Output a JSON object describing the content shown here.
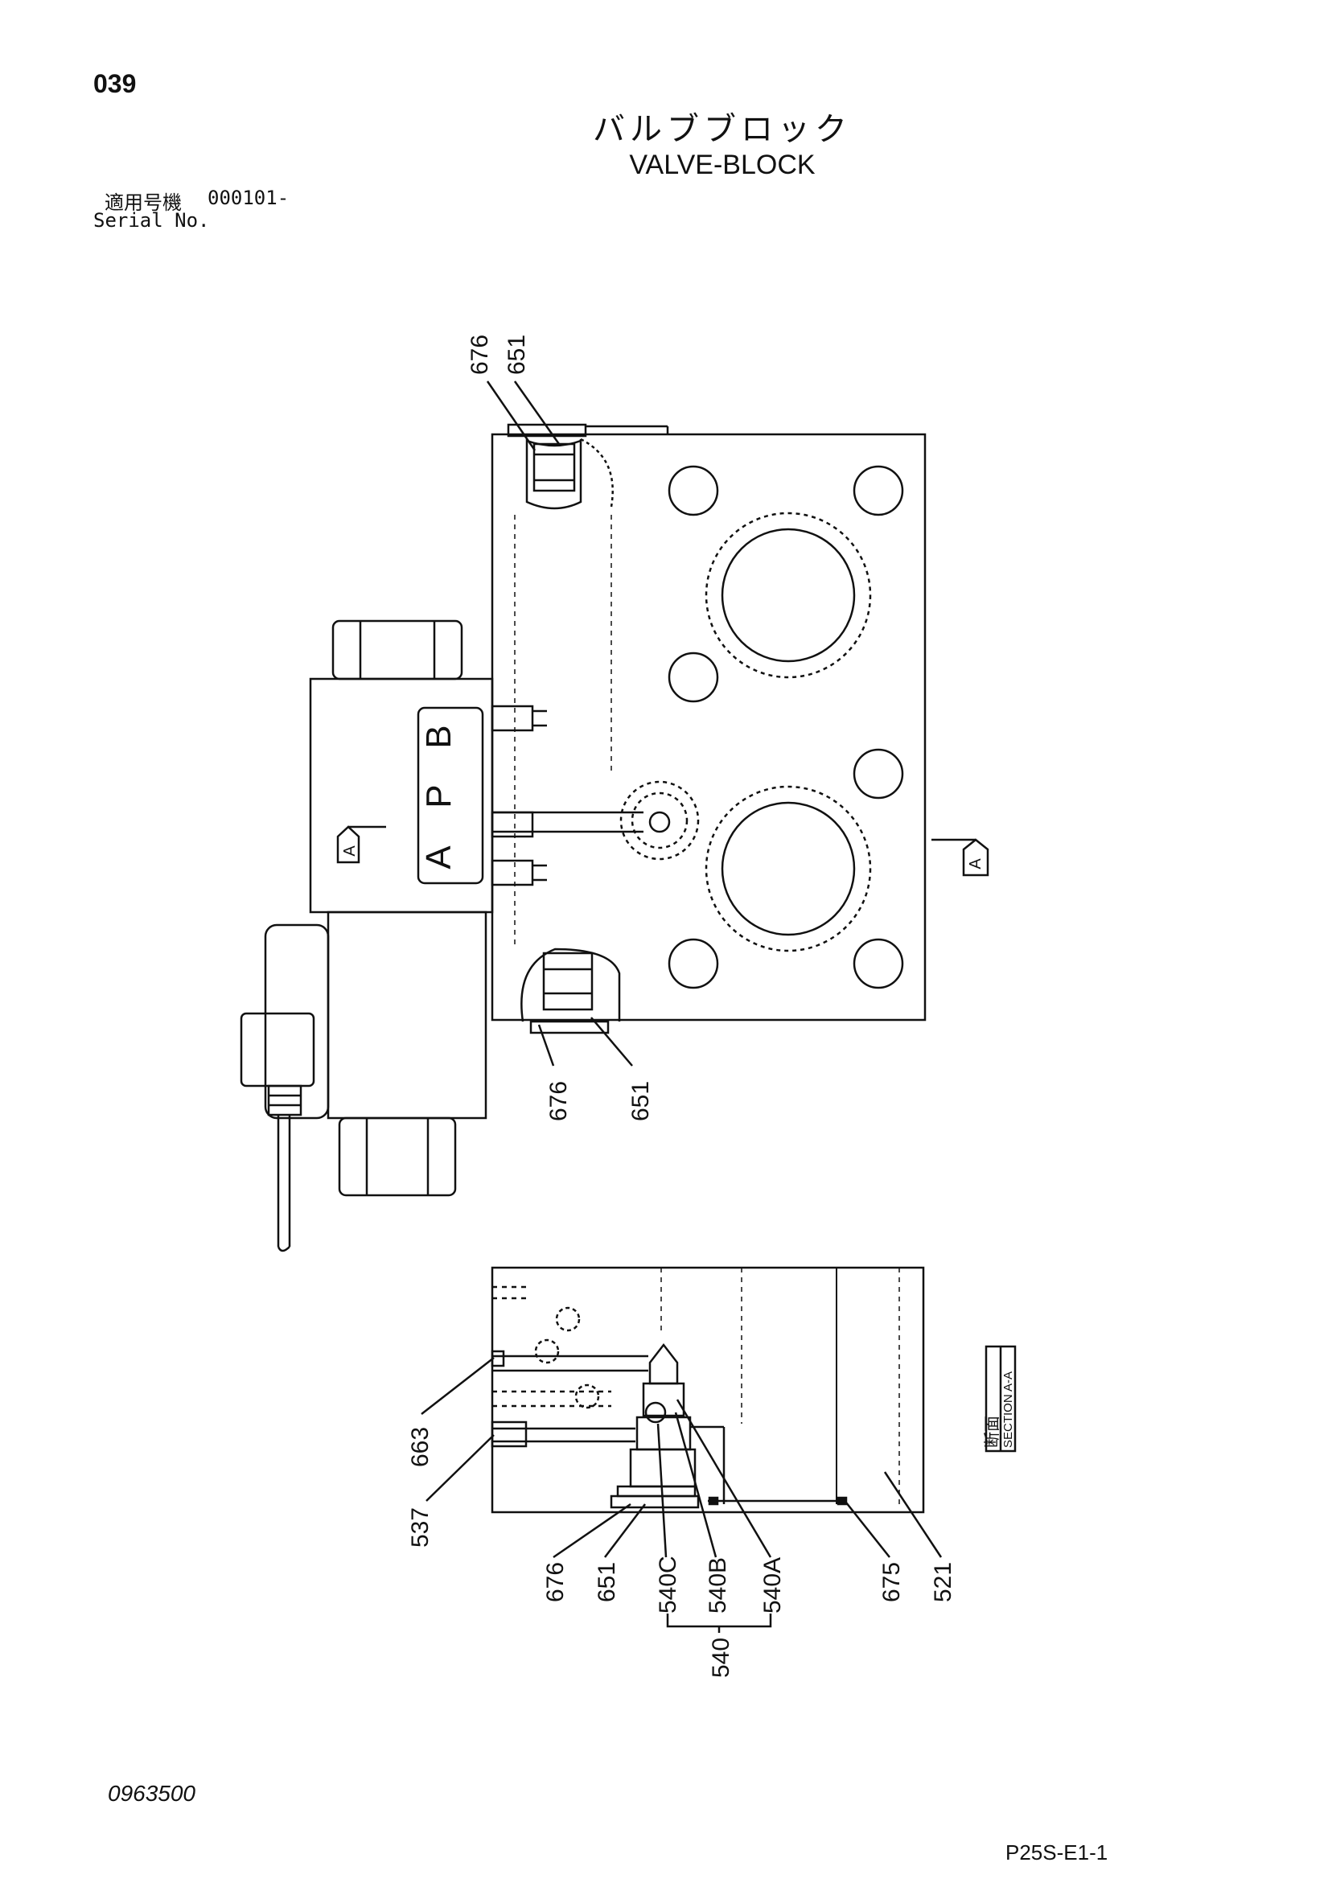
{
  "header": {
    "page_number": "039",
    "title_ja": "バルブブロック",
    "title_en": "VALVE-BLOCK",
    "serial_label_ja": "適用号機",
    "serial_number": "000101-",
    "serial_label_en": "Serial No."
  },
  "footer": {
    "doc_number": "0963500",
    "page_code": "P25S-E1-1"
  },
  "main_view": {
    "port_labels": [
      "A",
      "P",
      "B"
    ],
    "section_marker": "A",
    "callouts": [
      "676",
      "651",
      "676",
      "651"
    ]
  },
  "section_view": {
    "section_label": "SECTION A-A",
    "section_label_ja": "断面",
    "callouts": [
      "663",
      "537",
      "676",
      "651",
      "540C",
      "540B",
      "540A",
      "675",
      "521"
    ],
    "group_label": "540"
  }
}
